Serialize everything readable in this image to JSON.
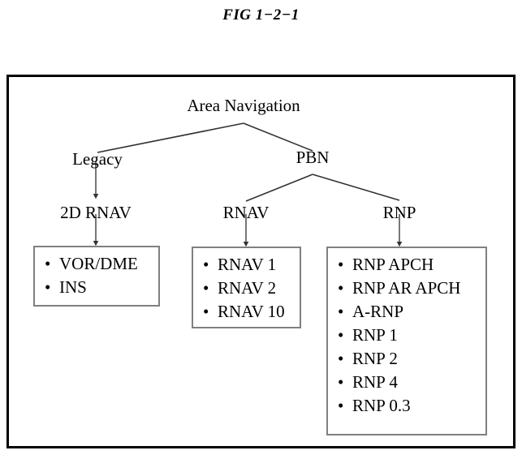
{
  "figure": {
    "title": "FIG 1−2−1"
  },
  "diagram": {
    "type": "hierarchy-tree",
    "root": {
      "label": "Area Navigation"
    },
    "branches": [
      {
        "label": "Legacy"
      },
      {
        "label": "PBN"
      }
    ],
    "subcategories": [
      {
        "label": "2D RNAV"
      },
      {
        "label": "RNAV"
      },
      {
        "label": "RNP"
      }
    ],
    "boxes": {
      "legacy": {
        "items": [
          "VOR/DME",
          "INS"
        ]
      },
      "rnav": {
        "items": [
          "RNAV 1",
          "RNAV 2",
          "RNAV 10"
        ]
      },
      "rnp": {
        "items": [
          "RNP APCH",
          "RNP AR APCH",
          "A-RNP",
          "RNP 1",
          "RNP 2",
          "RNP 4",
          "RNP 0.3"
        ]
      }
    },
    "bullet_glyph": "•",
    "colors": {
      "text": "#000000",
      "frame_border": "#000000",
      "box_border": "#808080",
      "connector": "#333333",
      "background": "#ffffff"
    }
  }
}
